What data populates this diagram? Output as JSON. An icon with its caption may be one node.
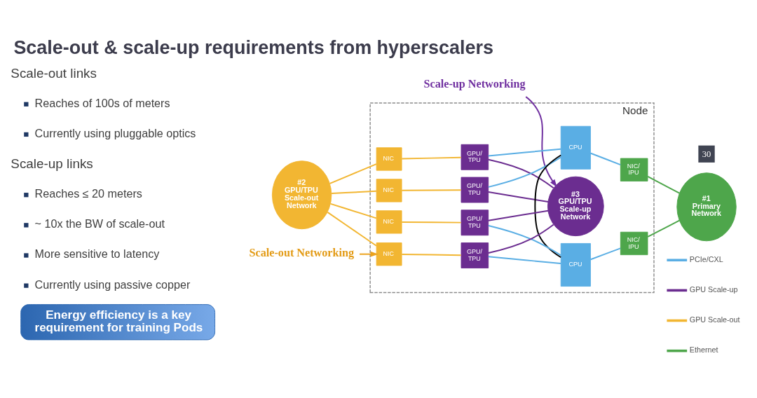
{
  "diagram": {
    "title": "Scale-out & scale-up requirements from hyperscalers",
    "nodes": [
      {
        "text": [
          "Scale-up Networking"
        ]
      },
      {
        "text": [
          "#2 GPU/TPU Scale-out Network"
        ]
      },
      {
        "text": [
          "Node"
        ]
      },
      {
        "text": [
          "NIC"
        ],
        "in": 2
      },
      {
        "text": [
          "NIC"
        ],
        "in": 2
      },
      {
        "text": [
          "GPU/ TPU"
        ],
        "in": 2
      },
      {
        "text": [
          "#3 GPU/TPU Scale-up Network"
        ],
        "in": 2
      },
      {
        "text": [
          "GPU/ TPU"
        ],
        "in": 2
      },
      {
        "text": [
          "CPU"
        ],
        "in": 2
      },
      {
        "text": [
          "NIC/ IPU"
        ],
        "in": 2
      },
      {
        "text": [
          "GPU/ TPU"
        ],
        "in": 2
      },
      {
        "text": [
          "GPU/ TPU"
        ],
        "in": 2
      },
      {
        "text": [
          "CPU"
        ],
        "in": 2
      },
      {
        "text": [
          "NIC/ IPU"
        ],
        "in": 2
      },
      {
        "text": [
          "NIC"
        ],
        "in": 2
      },
      {
        "text": [
          "NIC"
        ],
        "in": 2
      },
      {
        "text": [
          "#1 Primary Network"
        ]
      },
      {
        "text": [
          "Energy efficiency is a key requirement for training Pods"
        ]
      },
      {
        "text": [
          "Scale-out Networking"
        ]
      }
    ],
    "edges": [
      {
        "from": 0,
        "to": 6,
        "arrow": "to",
        "color": "#7030a0"
      },
      {
        "from": 1,
        "to": 3,
        "arrow": "none"
      },
      {
        "from": 1,
        "to": 4,
        "arrow": "none"
      },
      {
        "from": 1,
        "to": 14,
        "arrow": "none"
      },
      {
        "from": 1,
        "to": 15,
        "arrow": "none"
      },
      {
        "from": 3,
        "to": 5,
        "arrow": "none"
      },
      {
        "from": 4,
        "to": 7,
        "arrow": "none"
      },
      {
        "from": 14,
        "to": 10,
        "arrow": "none"
      },
      {
        "from": 15,
        "to": 11,
        "arrow": "none"
      },
      {
        "from": 5,
        "to": 6,
        "arrow": "none",
        "color": "#6b2d90"
      },
      {
        "from": 7,
        "to": 6,
        "arrow": "none",
        "color": "#6b2d90"
      },
      {
        "from": 10,
        "to": 6,
        "arrow": "none",
        "color": "#6b2d90"
      },
      {
        "from": 11,
        "to": 6,
        "arrow": "none",
        "color": "#6b2d90"
      },
      {
        "from": 5,
        "to": 8,
        "arrow": "none",
        "color": "#5aaee4"
      },
      {
        "from": 7,
        "to": 8,
        "arrow": "none",
        "color": "#5aaee4"
      },
      {
        "from": 10,
        "to": 12,
        "arrow": "none",
        "color": "#5aaee4"
      },
      {
        "from": 11,
        "to": 12,
        "arrow": "none",
        "color": "#5aaee4"
      },
      {
        "from": 8,
        "to": 12,
        "arrow": "none",
        "color": "#000000"
      },
      {
        "from": 8,
        "to": 9,
        "arrow": "none",
        "color": "#5aaee4"
      },
      {
        "from": 12,
        "to": 13,
        "arrow": "none",
        "color": "#5aaee4"
      },
      {
        "from": 9,
        "to": 16,
        "arrow": "none",
        "color": "#4ea64b"
      },
      {
        "from": 13,
        "to": 16,
        "arrow": "none",
        "color": "#4ea64b"
      },
      {
        "from": 18,
        "to": 15,
        "arrow": "to",
        "color": "#eba21c"
      }
    ],
    "labels": [
      "30",
      "Scale-out links",
      "Reaches of 100s of meters",
      "Currently using pluggable optics",
      "Scale-up links",
      "Reaches ≤ 20 meters",
      "~ 10x the BW of scale-out",
      "More sensitive to latency",
      "Currently using passive copper"
    ],
    "legend": [
      {
        "text": "PCIe/CXL"
      },
      {
        "text": "GPU Scale-up"
      },
      {
        "text": "GPU Scale-out"
      },
      {
        "text": "Ethernet"
      }
    ]
  }
}
